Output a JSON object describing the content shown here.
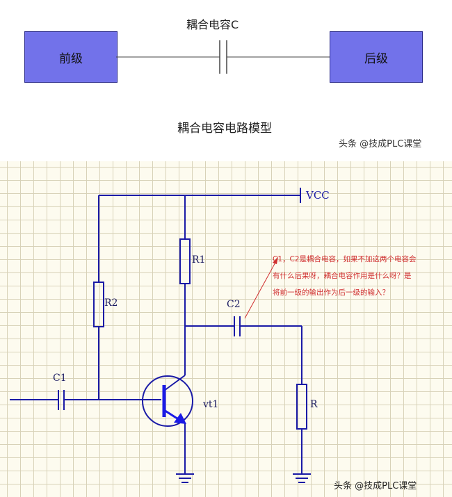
{
  "model": {
    "capacitor_label": "耦合电容C",
    "front_stage": "前级",
    "back_stage": "后级",
    "caption": "耦合电容电路模型"
  },
  "watermark_top": "头条 @技成PLC课堂",
  "watermark_bottom": "头条 @技成PLC课堂",
  "circuit": {
    "vcc": "VCC",
    "r1": "R1",
    "r2": "R2",
    "c1": "C1",
    "c2": "C2",
    "r": "R",
    "transistor": "vt1"
  },
  "annotation": {
    "line1": "C1，C2是耦合电容，如果不加这两个电容会",
    "line2": "有什么后果呀，耦合电容作用是什么呀？是",
    "line3": "将前一级的输出作为后一级的输入？"
  },
  "colors": {
    "stage_box": "#7272ea",
    "circuit_wire": "#1a1aa6",
    "transistor_arrow": "#1a1ae6",
    "annotation_text": "#d03030",
    "grid_line": "#d8d2b8"
  }
}
